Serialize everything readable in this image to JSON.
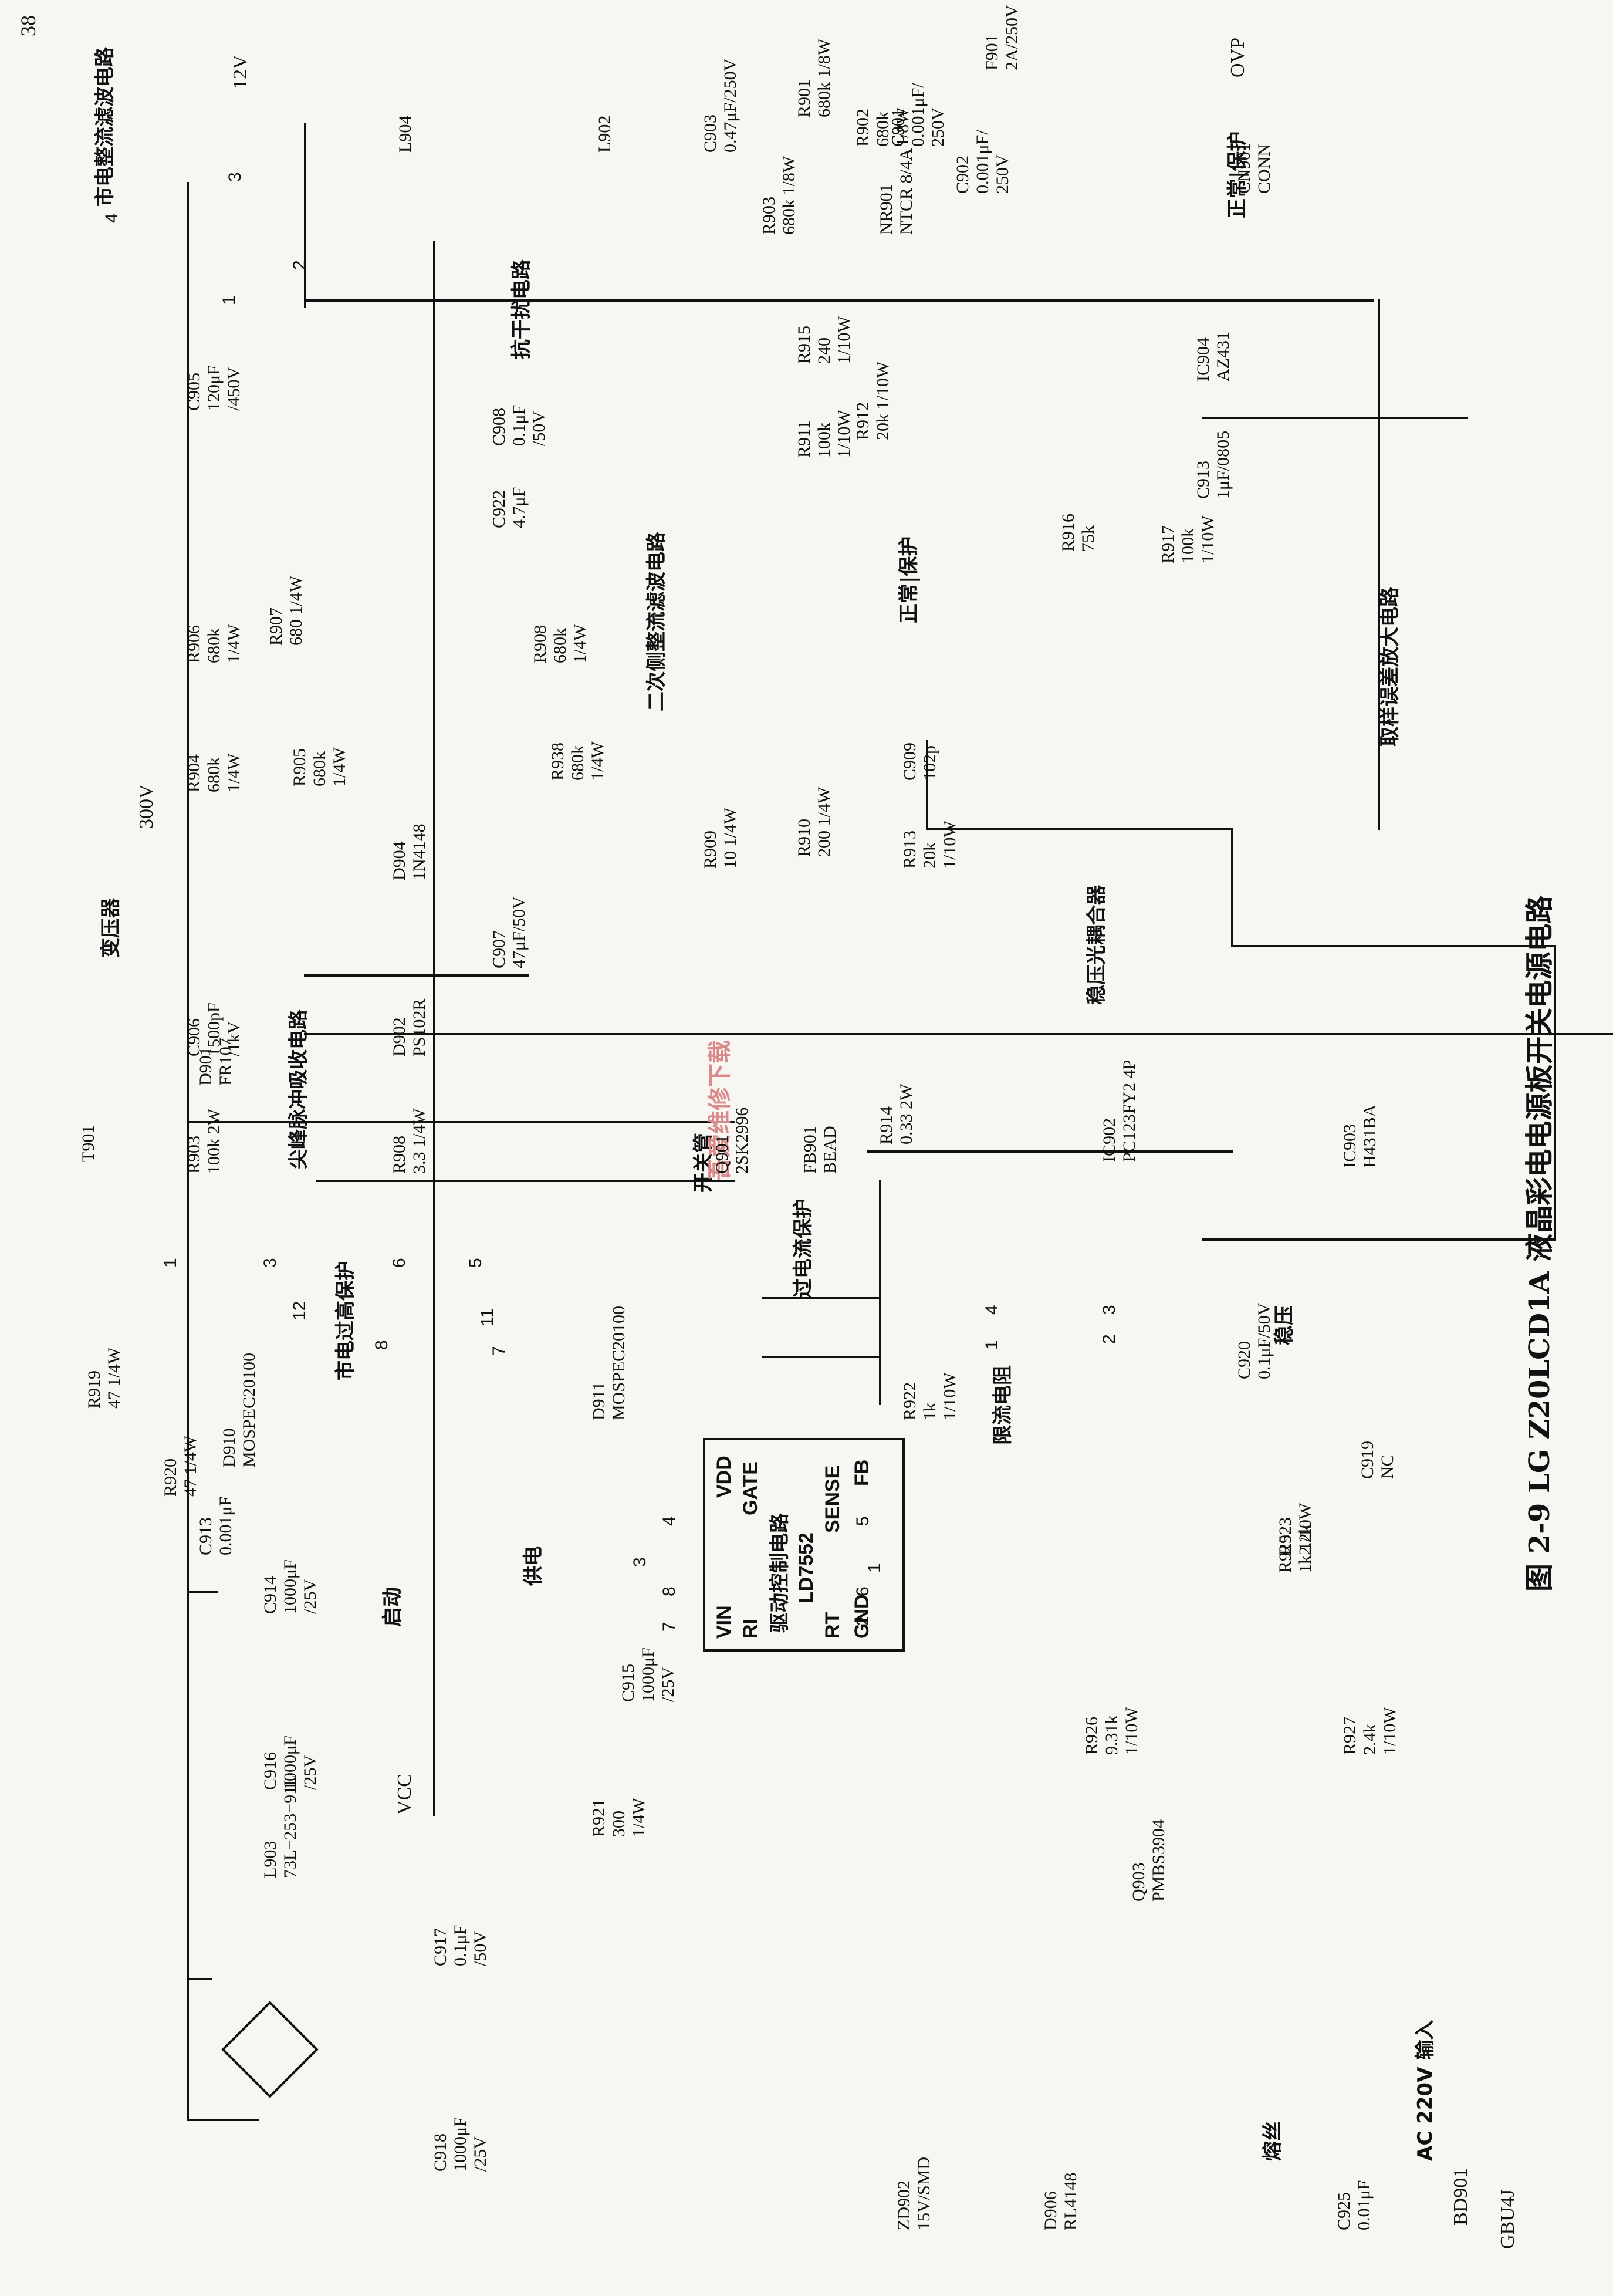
{
  "page_number": "38",
  "caption": "图 2-9    LG Z20LCD1A 液晶彩电电源板开关电源电路",
  "rails": {
    "v12": "12V",
    "ovp": "OVP",
    "v300": "300V",
    "vcc": "VCC"
  },
  "notes": {
    "normal_protect_top": "正常|保护",
    "normal_protect_mid": "正常|保护",
    "secondary_rectifier": "二次侧整流滤波电路",
    "sampling_amp": "取样误差放大电路",
    "spike_absorb": "尖峰脉冲吸收电路",
    "mains_overvoltage": "市电过高保护",
    "startup": "启动",
    "power_supply": "供电",
    "overcurrent": "过电流保护",
    "regulation": "稳压",
    "mains_rectifier": "市电整流滤波电路",
    "emi_filter": "抗干扰电路",
    "current_limit": "限流电阻",
    "switch_tube": "开关管",
    "transformer": "变压器",
    "ac_input": "AC 220V 输入",
    "fuse": "熔丝",
    "optocoupler": "稳压光耦合器"
  },
  "components": {
    "C918": [
      "C918",
      "1000μF",
      "/25V"
    ],
    "C917": [
      "C917",
      "0.1μF",
      "/50V"
    ],
    "L903": [
      "L903",
      "73L−253−91L"
    ],
    "C916": [
      "C916",
      "1000μF",
      "/25V"
    ],
    "C915": [
      "C915",
      "1000μF",
      "/25V"
    ],
    "C914": [
      "C914",
      "1000μF",
      "/25V"
    ],
    "C913a": [
      "C913",
      "0.001μF"
    ],
    "R919": [
      "R919",
      "47 1/4W"
    ],
    "R920": [
      "R920",
      "47 1/4W"
    ],
    "D910": [
      "D910",
      "MOSPEC20100"
    ],
    "D911": [
      "D911",
      "MOSPEC20100"
    ],
    "R921": [
      "R921",
      "300",
      "1/4W"
    ],
    "ZD902": [
      "ZD902",
      "15V/SMD"
    ],
    "D906": [
      "D906",
      "RL4148"
    ],
    "C925": [
      "C925",
      "0.01μF"
    ],
    "Q903": [
      "Q903",
      "PMBS3904"
    ],
    "R926": [
      "R926",
      "9.31k",
      "1/10W"
    ],
    "R927": [
      "R927",
      "2.4k",
      "1/10W"
    ],
    "R925": [
      "R925",
      "1k 1/10W"
    ],
    "R922": [
      "R922",
      "1k",
      "1/10W"
    ],
    "R923": [
      "R923",
      "2.2k"
    ],
    "C919": [
      "C919",
      "NC"
    ],
    "C920": [
      "C920",
      "0.1μF/50V"
    ],
    "IC902": [
      "IC902",
      "PC123FY2 4P"
    ],
    "IC903": [
      "IC903",
      "H431BA"
    ],
    "T901": [
      "T901"
    ],
    "D901": [
      "D901",
      "FR107"
    ],
    "R903a": [
      "R903",
      "100k 2W"
    ],
    "C906": [
      "C906",
      "1500pF",
      "/1kV"
    ],
    "D902": [
      "D902",
      "PS102R"
    ],
    "R908a": [
      "R908",
      "3.3 1/4W"
    ],
    "C907": [
      "C907",
      "47μF/50V"
    ],
    "D904": [
      "D904",
      "1N4148"
    ],
    "Q901": [
      "Q901",
      "2SK2996"
    ],
    "FB901": [
      "FB901",
      "BEAD"
    ],
    "R914": [
      "R914",
      "0.33 2W"
    ],
    "R909": [
      "R909",
      "10 1/4W"
    ],
    "R910": [
      "R910",
      "200 1/4W"
    ],
    "R913": [
      "R913",
      "20k",
      "1/10W"
    ],
    "C909": [
      "C909",
      "102p"
    ],
    "R938": [
      "R938",
      "680k",
      "1/4W"
    ],
    "R904": [
      "R904",
      "680k",
      "1/4W"
    ],
    "R905": [
      "R905",
      "680k",
      "1/4W"
    ],
    "R906": [
      "R906",
      "680k",
      "1/4W"
    ],
    "R907": [
      "R907",
      "680 1/4W"
    ],
    "R908b": [
      "R908",
      "680k",
      "1/4W"
    ],
    "IC901": [
      "VIN",
      "VDD",
      "RI",
      "GATE",
      "驱动控制电路",
      "LD7552",
      "RT",
      "SENSE",
      "GND",
      "FB"
    ],
    "R916": [
      "R916",
      "75k"
    ],
    "R917": [
      "R917",
      "100k",
      "1/10W"
    ],
    "C913b": [
      "C913",
      "1μF/0805"
    ],
    "C922": [
      "C922",
      "4.7μF"
    ],
    "C908": [
      "C908",
      "0.1μF",
      "/50V"
    ],
    "R911": [
      "R911",
      "100k",
      "1/10W"
    ],
    "R912": [
      "R912",
      "20k 1/10W"
    ],
    "C905": [
      "C905",
      "120μF",
      "/450V"
    ],
    "IC904": [
      "IC904",
      "AZ431"
    ],
    "R915": [
      "R915",
      "240",
      "1/10W"
    ],
    "BD901": [
      "BD901",
      "GBU4J"
    ],
    "L904": [
      "L904"
    ],
    "L902": [
      "L902"
    ],
    "C903": [
      "C903",
      "0.47μF/250V"
    ],
    "R901": [
      "R901",
      "680k 1/8W"
    ],
    "R902": [
      "R902",
      "680k",
      "1/8W"
    ],
    "R903b": [
      "R903",
      "680k 1/8W"
    ],
    "NR901": [
      "NR901",
      "NTCR 8/4A"
    ],
    "C901": [
      "C901",
      "0.001μF/",
      "250V"
    ],
    "C902": [
      "C902",
      "0.001μF/",
      "250V"
    ],
    "F901": [
      "F901",
      "2A/250V"
    ],
    "CN901": [
      "CN901",
      "CONN"
    ]
  },
  "pins": {
    "ic_8": "8",
    "ic_7": "7",
    "ic_6": "6",
    "ic_3": "3",
    "ic_4": "4",
    "ic_5": "5",
    "ic_1": "1",
    "ic_2": "2",
    "opto_1": "1",
    "opto_2": "2",
    "opto_3": "3",
    "opto_4": "4",
    "t_1": "1",
    "t_3": "3",
    "t_6": "6",
    "t_5": "5",
    "t_12": "12",
    "t_8": "8",
    "t_11": "11",
    "t_7": "7",
    "bd_4": "4",
    "bd_3": "3",
    "bd_2": "2",
    "bd_1": "1"
  },
  "watermark": "吾爱维修下载"
}
